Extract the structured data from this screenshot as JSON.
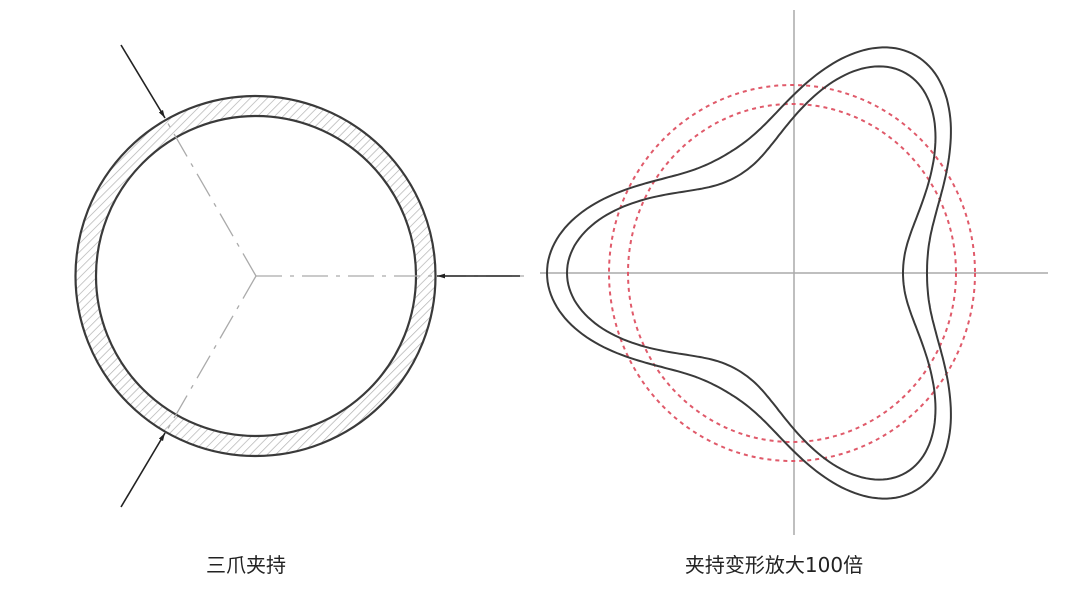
{
  "labels": {
    "left": "三爪夹持",
    "right": "夹持变形放大100倍"
  },
  "colors": {
    "outline": "#3a3a3a",
    "centerline": "#aaaaaa",
    "reference_circle": "#e05a6a",
    "hatch": "#b0b0b0"
  },
  "deformation_scale": 100,
  "jaw_count": 3
}
